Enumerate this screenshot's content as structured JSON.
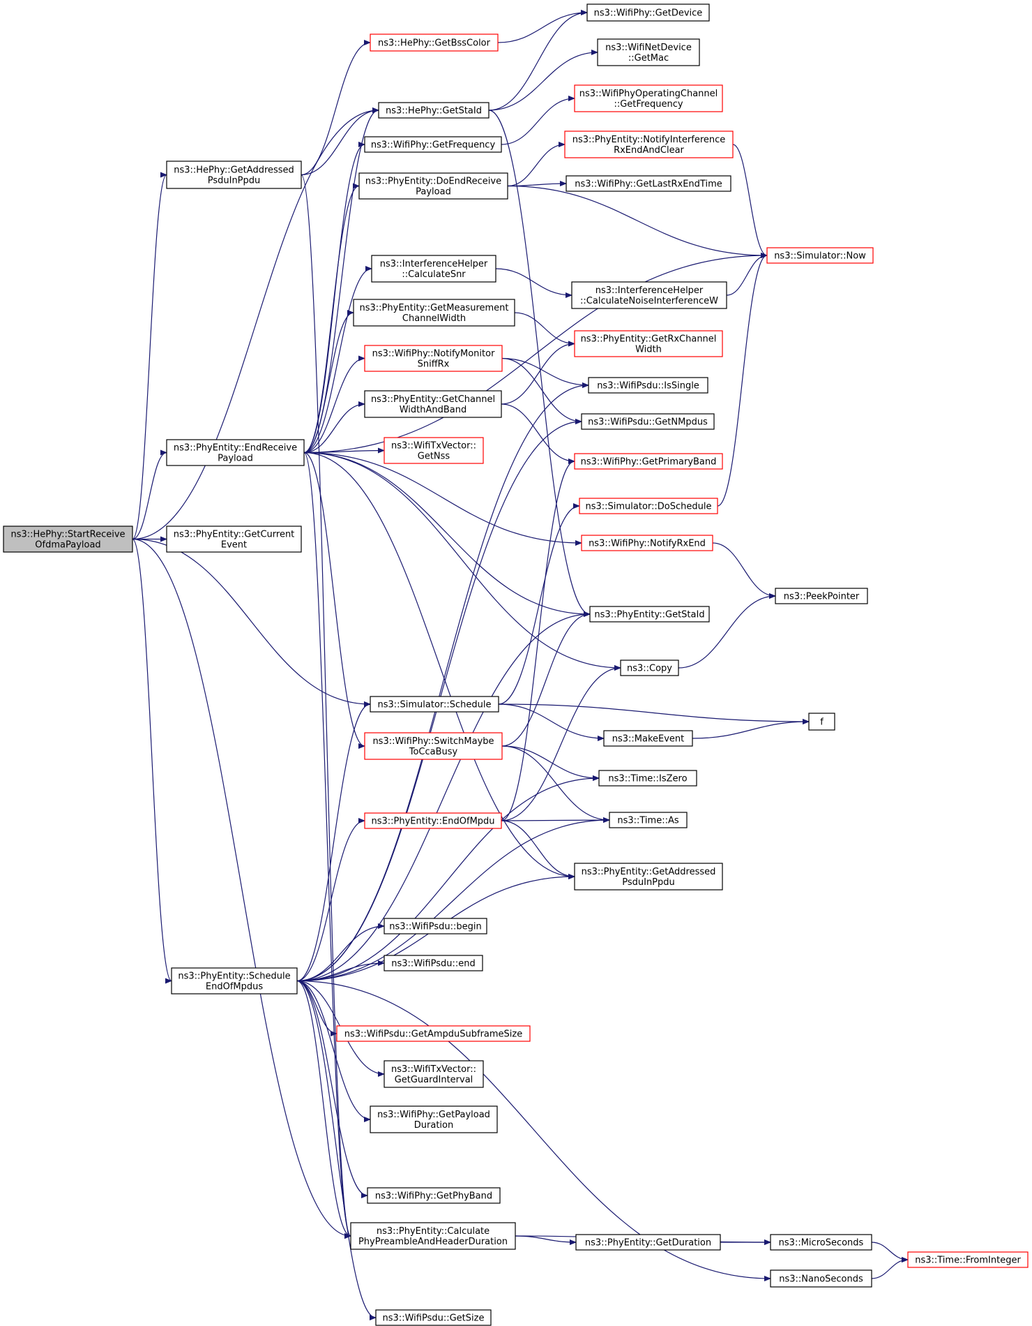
{
  "colors": {
    "edge": "#191970",
    "node_border_normal": "#000000",
    "node_border_external": "#ff0000",
    "node_fill_root": "#bfbfbf",
    "node_fill": "#ffffff"
  },
  "nodes": [
    {
      "id": "root",
      "lines": [
        "ns3::HePhy::StartReceive",
        "OfdmaPayload"
      ],
      "style": "root"
    },
    {
      "id": "n1",
      "lines": [
        "ns3::HePhy::GetAddressed",
        "PsduInPpdu"
      ],
      "style": "normal"
    },
    {
      "id": "n2",
      "lines": [
        "ns3::PhyEntity::EndReceive",
        "Payload"
      ],
      "style": "normal"
    },
    {
      "id": "n3",
      "lines": [
        "ns3::PhyEntity::GetCurrent",
        "Event"
      ],
      "style": "normal"
    },
    {
      "id": "n4",
      "lines": [
        "ns3::PhyEntity::Schedule",
        "EndOfMpdus"
      ],
      "style": "normal"
    },
    {
      "id": "n5",
      "lines": [
        "ns3::HePhy::GetBssColor"
      ],
      "style": "external"
    },
    {
      "id": "n6",
      "lines": [
        "ns3::HePhy::GetStaId"
      ],
      "style": "normal"
    },
    {
      "id": "n7",
      "lines": [
        "ns3::WifiPhy::GetFrequency"
      ],
      "style": "normal"
    },
    {
      "id": "n8",
      "lines": [
        "ns3::PhyEntity::DoEndReceive",
        "Payload"
      ],
      "style": "normal"
    },
    {
      "id": "n9",
      "lines": [
        "ns3::InterferenceHelper",
        "::CalculateSnr"
      ],
      "style": "normal"
    },
    {
      "id": "n10",
      "lines": [
        "ns3::PhyEntity::GetMeasurement",
        "ChannelWidth"
      ],
      "style": "normal"
    },
    {
      "id": "n11",
      "lines": [
        "ns3::WifiPhy::NotifyMonitor",
        "SniffRx"
      ],
      "style": "external"
    },
    {
      "id": "n12",
      "lines": [
        "ns3::PhyEntity::GetChannel",
        "WidthAndBand"
      ],
      "style": "normal"
    },
    {
      "id": "n13",
      "lines": [
        "ns3::WifiTxVector::",
        "GetNss"
      ],
      "style": "external"
    },
    {
      "id": "n14",
      "lines": [
        "ns3::Simulator::Schedule"
      ],
      "style": "normal"
    },
    {
      "id": "n15",
      "lines": [
        "ns3::WifiPhy::SwitchMaybe",
        "ToCcaBusy"
      ],
      "style": "external"
    },
    {
      "id": "n16",
      "lines": [
        "ns3::PhyEntity::EndOfMpdu"
      ],
      "style": "external"
    },
    {
      "id": "n17",
      "lines": [
        "ns3::WifiPsdu::begin"
      ],
      "style": "normal"
    },
    {
      "id": "n18",
      "lines": [
        "ns3::WifiPsdu::end"
      ],
      "style": "normal"
    },
    {
      "id": "n19",
      "lines": [
        "ns3::WifiPsdu::GetAmpduSubframeSize"
      ],
      "style": "external"
    },
    {
      "id": "n20",
      "lines": [
        "ns3::WifiTxVector::",
        "GetGuardInterval"
      ],
      "style": "normal"
    },
    {
      "id": "n21",
      "lines": [
        "ns3::WifiPhy::GetPayload",
        "Duration"
      ],
      "style": "normal"
    },
    {
      "id": "n22",
      "lines": [
        "ns3::WifiPhy::GetPhyBand"
      ],
      "style": "normal"
    },
    {
      "id": "n23",
      "lines": [
        "ns3::PhyEntity::Calculate",
        "PhyPreambleAndHeaderDuration"
      ],
      "style": "normal"
    },
    {
      "id": "n24",
      "lines": [
        "ns3::WifiPsdu::GetSize"
      ],
      "style": "normal"
    },
    {
      "id": "n25",
      "lines": [
        "ns3::WifiPhy::GetDevice"
      ],
      "style": "normal"
    },
    {
      "id": "n26",
      "lines": [
        "ns3::WifiNetDevice",
        "::GetMac"
      ],
      "style": "normal"
    },
    {
      "id": "n27",
      "lines": [
        "ns3::WifiPhyOperatingChannel",
        "::GetFrequency"
      ],
      "style": "external"
    },
    {
      "id": "n28",
      "lines": [
        "ns3::PhyEntity::NotifyInterference",
        "RxEndAndClear"
      ],
      "style": "external"
    },
    {
      "id": "n29",
      "lines": [
        "ns3::WifiPhy::GetLastRxEndTime"
      ],
      "style": "normal"
    },
    {
      "id": "n30",
      "lines": [
        "ns3::Simulator::Now"
      ],
      "style": "external"
    },
    {
      "id": "n31",
      "lines": [
        "ns3::InterferenceHelper",
        "::CalculateNoiseInterferenceW"
      ],
      "style": "normal"
    },
    {
      "id": "n32",
      "lines": [
        "ns3::PhyEntity::GetRxChannel",
        "Width"
      ],
      "style": "external"
    },
    {
      "id": "n33",
      "lines": [
        "ns3::WifiPsdu::IsSingle"
      ],
      "style": "normal"
    },
    {
      "id": "n34",
      "lines": [
        "ns3::WifiPsdu::GetNMpdus"
      ],
      "style": "normal"
    },
    {
      "id": "n35",
      "lines": [
        "ns3::WifiPhy::GetPrimaryBand"
      ],
      "style": "external"
    },
    {
      "id": "n36",
      "lines": [
        "ns3::Simulator::DoSchedule"
      ],
      "style": "external"
    },
    {
      "id": "n37",
      "lines": [
        "ns3::WifiPhy::NotifyRxEnd"
      ],
      "style": "external"
    },
    {
      "id": "n38",
      "lines": [
        "ns3::PhyEntity::GetStaId"
      ],
      "style": "normal"
    },
    {
      "id": "n39",
      "lines": [
        "ns3::Copy"
      ],
      "style": "normal"
    },
    {
      "id": "n40",
      "lines": [
        "ns3::MakeEvent"
      ],
      "style": "normal"
    },
    {
      "id": "n41",
      "lines": [
        "ns3::Time::IsZero"
      ],
      "style": "normal"
    },
    {
      "id": "n42",
      "lines": [
        "ns3::Time::As"
      ],
      "style": "normal"
    },
    {
      "id": "n43",
      "lines": [
        "ns3::PhyEntity::GetAddressed",
        "PsduInPpdu"
      ],
      "style": "normal"
    },
    {
      "id": "n44",
      "lines": [
        "ns3::PhyEntity::GetDuration"
      ],
      "style": "normal"
    },
    {
      "id": "n45",
      "lines": [
        "ns3::PeekPointer"
      ],
      "style": "normal"
    },
    {
      "id": "n46",
      "lines": [
        "f"
      ],
      "style": "normal"
    },
    {
      "id": "n47",
      "lines": [
        "ns3::MicroSeconds"
      ],
      "style": "normal"
    },
    {
      "id": "n48",
      "lines": [
        "ns3::NanoSeconds"
      ],
      "style": "normal"
    },
    {
      "id": "n49",
      "lines": [
        "ns3::Time::FromInteger"
      ],
      "style": "external"
    }
  ],
  "edges": [
    [
      "root",
      "n1"
    ],
    [
      "root",
      "n2"
    ],
    [
      "root",
      "n3"
    ],
    [
      "root",
      "n4"
    ],
    [
      "root",
      "n6"
    ],
    [
      "root",
      "n14"
    ],
    [
      "root",
      "n23"
    ],
    [
      "n1",
      "n5"
    ],
    [
      "n1",
      "n6"
    ],
    [
      "n1",
      "n23"
    ],
    [
      "n2",
      "n6"
    ],
    [
      "n2",
      "n7"
    ],
    [
      "n2",
      "n8"
    ],
    [
      "n2",
      "n30"
    ],
    [
      "n2",
      "n9"
    ],
    [
      "n2",
      "n10"
    ],
    [
      "n2",
      "n11"
    ],
    [
      "n2",
      "n12"
    ],
    [
      "n2",
      "n13"
    ],
    [
      "n2",
      "n37"
    ],
    [
      "n2",
      "n38"
    ],
    [
      "n2",
      "n39"
    ],
    [
      "n2",
      "n15"
    ],
    [
      "n2",
      "n43"
    ],
    [
      "n2",
      "n23"
    ],
    [
      "n4",
      "n14"
    ],
    [
      "n4",
      "n16"
    ],
    [
      "n4",
      "n17"
    ],
    [
      "n4",
      "n18"
    ],
    [
      "n4",
      "n19"
    ],
    [
      "n4",
      "n20"
    ],
    [
      "n4",
      "n21"
    ],
    [
      "n4",
      "n22"
    ],
    [
      "n4",
      "n23"
    ],
    [
      "n4",
      "n24"
    ],
    [
      "n4",
      "n48"
    ],
    [
      "n4",
      "n43"
    ],
    [
      "n4",
      "n41"
    ],
    [
      "n4",
      "n38"
    ],
    [
      "n4",
      "n33"
    ],
    [
      "n4",
      "n34"
    ],
    [
      "n4",
      "n42"
    ],
    [
      "n5",
      "n25"
    ],
    [
      "n6",
      "n25"
    ],
    [
      "n6",
      "n26"
    ],
    [
      "n6",
      "n38"
    ],
    [
      "n7",
      "n27"
    ],
    [
      "n8",
      "n28"
    ],
    [
      "n8",
      "n29"
    ],
    [
      "n8",
      "n30"
    ],
    [
      "n9",
      "n31"
    ],
    [
      "n10",
      "n32"
    ],
    [
      "n11",
      "n33"
    ],
    [
      "n11",
      "n34"
    ],
    [
      "n12",
      "n32"
    ],
    [
      "n12",
      "n35"
    ],
    [
      "n14",
      "n36"
    ],
    [
      "n14",
      "n40"
    ],
    [
      "n14",
      "n46"
    ],
    [
      "n15",
      "n38"
    ],
    [
      "n15",
      "n41"
    ],
    [
      "n15",
      "n42"
    ],
    [
      "n16",
      "n42"
    ],
    [
      "n16",
      "n43"
    ],
    [
      "n16",
      "n39"
    ],
    [
      "n16",
      "n35"
    ],
    [
      "n23",
      "n44"
    ],
    [
      "n23",
      "n47"
    ],
    [
      "n28",
      "n30"
    ],
    [
      "n31",
      "n30"
    ],
    [
      "n36",
      "n30"
    ],
    [
      "n37",
      "n45"
    ],
    [
      "n39",
      "n45"
    ],
    [
      "n40",
      "n46"
    ],
    [
      "n44",
      "n47"
    ],
    [
      "n47",
      "n49"
    ],
    [
      "n48",
      "n49"
    ]
  ]
}
